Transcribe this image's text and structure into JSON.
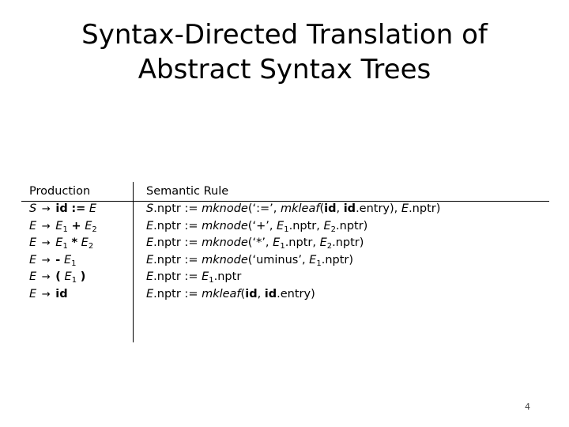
{
  "title": {
    "line1": "Syntax-Directed Translation of",
    "line2": "Abstract Syntax Trees"
  },
  "table": {
    "header_production": "Production",
    "header_rule": "Semantic Rule",
    "rows": [
      {
        "production": "S → id := E",
        "rule": "S.nptr := mknode(‘:=’, mkleaf(id, id.entry), E.nptr)"
      },
      {
        "production": "E → E1 + E2",
        "rule": "E.nptr := mknode(‘+’, E1.nptr, E2.nptr)"
      },
      {
        "production": "E → E1 * E2",
        "rule": "E.nptr := mknode(‘*’, E1.nptr, E2.nptr)"
      },
      {
        "production": "E → - E1",
        "rule": "E.nptr := mknode(‘uminus’, E1.nptr)"
      },
      {
        "production": "E → ( E1 )",
        "rule": "E.nptr := E1.nptr"
      },
      {
        "production": "E → id",
        "rule": "E.nptr := mkleaf(id, id.entry)"
      }
    ]
  },
  "page_number": "4"
}
